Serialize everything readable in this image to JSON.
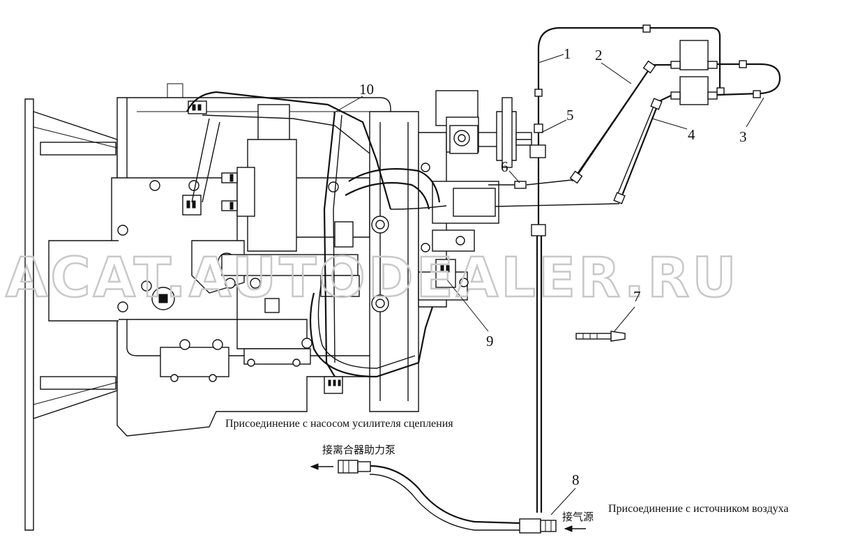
{
  "callouts": [
    {
      "id": "1",
      "text": "1"
    },
    {
      "id": "2",
      "text": "2"
    },
    {
      "id": "3",
      "text": "3"
    },
    {
      "id": "4",
      "text": "4"
    },
    {
      "id": "5",
      "text": "5"
    },
    {
      "id": "6",
      "text": "6"
    },
    {
      "id": "7",
      "text": "7"
    },
    {
      "id": "8",
      "text": "8"
    },
    {
      "id": "9",
      "text": "9"
    },
    {
      "id": "10",
      "text": "10"
    }
  ],
  "captions": {
    "clutch_pump_ru": "Присоединение с насосом усилителя сцепления",
    "clutch_pump_cn": "接离合器助力泵",
    "air_source_ru": "Присоединение с источником воздуха",
    "air_source_cn": "接气源"
  },
  "watermark": "ACAT.AUTODEALER.RU",
  "colors": {
    "line": "#111111",
    "background": "#ffffff",
    "watermark": "#c8c8c8"
  }
}
